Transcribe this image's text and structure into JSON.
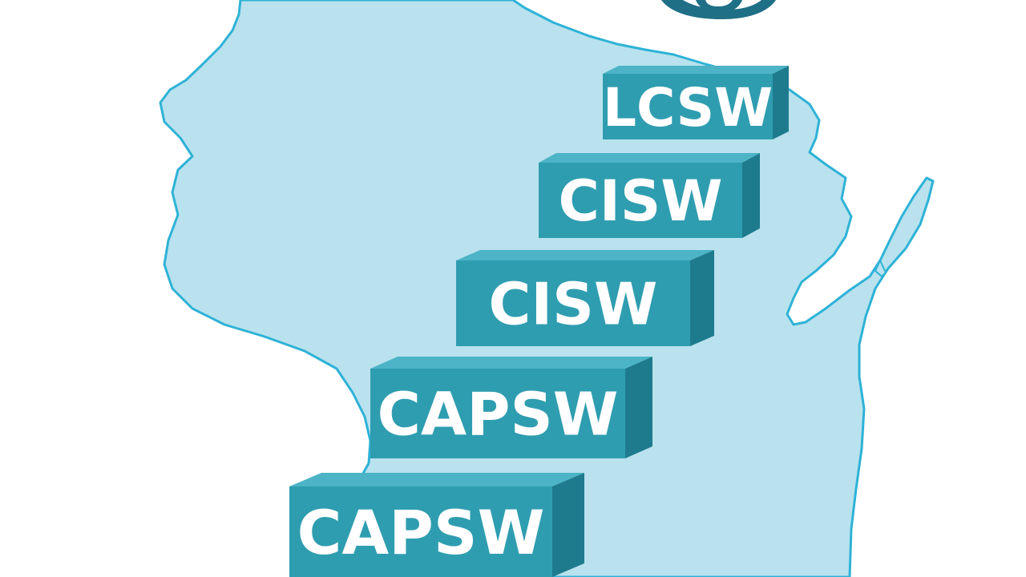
{
  "colors": {
    "map_fill": "#b9e2ee",
    "map_stroke": "#2eb2d6",
    "step_front": "#2f9db0",
    "step_top": "#4cb4c6",
    "step_side": "#1e7b8d",
    "logo": "#1f6f86",
    "label": "#ffffff"
  },
  "steps": [
    {
      "label": "LCSW"
    },
    {
      "label": "CISW"
    },
    {
      "label": "CISW"
    },
    {
      "label": "CAPSW"
    },
    {
      "label": "CAPSW"
    }
  ]
}
